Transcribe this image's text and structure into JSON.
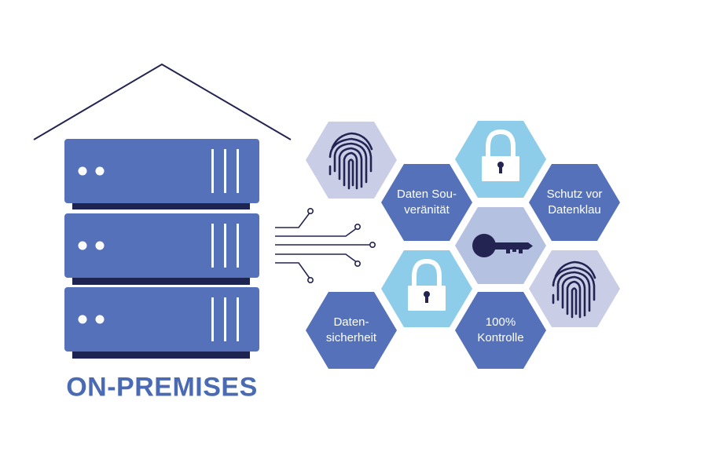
{
  "title": "ON-PREMISES",
  "colors": {
    "server_blue": "#5471ba",
    "server_shadow": "#1e2452",
    "navy": "#232452",
    "hex_dark": "#5471ba",
    "hex_sky": "#8ecde9",
    "hex_lavender": "#c9cde6",
    "hex_periwinkle": "#b4c1e0",
    "title": "#4a6bb3"
  },
  "server": {
    "units": 3
  },
  "hexagons": [
    {
      "kind": "icon",
      "icon": "fingerprint-icon"
    },
    {
      "kind": "icon",
      "icon": "padlock-icon"
    },
    {
      "kind": "text",
      "label": "Daten Sou-\nveränität"
    },
    {
      "kind": "text",
      "label": "Schutz vor\nDatenklau"
    },
    {
      "kind": "icon",
      "icon": "key-icon"
    },
    {
      "kind": "icon",
      "icon": "padlock-icon"
    },
    {
      "kind": "icon",
      "icon": "fingerprint-icon"
    },
    {
      "kind": "text",
      "label": "Daten-\nsicherheit"
    },
    {
      "kind": "text",
      "label": "100%\nKontrolle"
    }
  ]
}
